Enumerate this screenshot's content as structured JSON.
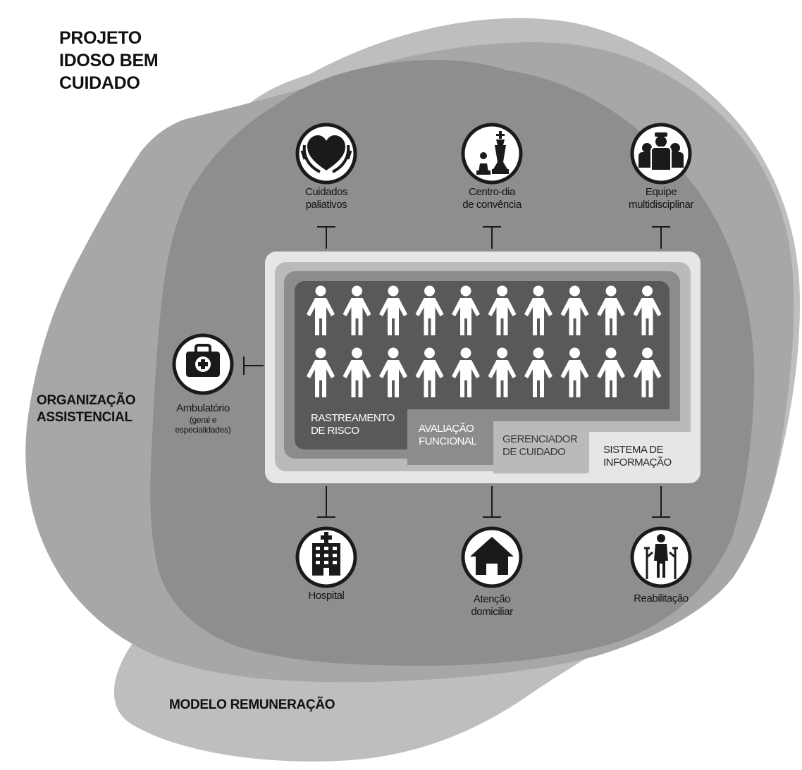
{
  "headings": {
    "project": [
      "PROJETO",
      "IDOSO BEM",
      "CUIDADO"
    ],
    "organization": [
      "ORGANIZAÇÃO",
      "ASSISTENCIAL"
    ],
    "remuneration": "MODELO REMUNERAÇÃO"
  },
  "services": {
    "palliative": [
      "Cuidados",
      "paliativos"
    ],
    "daycenter": [
      "Centro-dia",
      "de convência"
    ],
    "team": [
      "Equipe",
      "multidisciplinar"
    ],
    "outpatient": [
      "Ambulatório",
      "(geral e",
      "especialidades)"
    ],
    "hospital": [
      "Hospital"
    ],
    "homecare": [
      "Atenção",
      "domiciliar"
    ],
    "rehab": [
      "Reabilitação"
    ]
  },
  "layers": {
    "risk": [
      "RASTREAMENTO",
      "DE RISCO"
    ],
    "functional": [
      "AVALIAÇÃO",
      "FUNCIONAL"
    ],
    "manager": [
      "GERENCIADOR",
      "DE CUIDADO"
    ],
    "information": [
      "SISTEMA DE",
      "INFORMAÇÃO"
    ]
  },
  "population": {
    "rows": 2,
    "per_row": 10
  },
  "colors": {
    "blob_light": "#bdbebf",
    "blob_mid": "#a6a7a9",
    "blob_dark": "#8d8e90",
    "frame_outer": "#e6e6e7",
    "frame_2": "#b9babb",
    "frame_3": "#8b8c8e",
    "frame_inner": "#58595b",
    "icon_ring": "#1a1a1a"
  }
}
